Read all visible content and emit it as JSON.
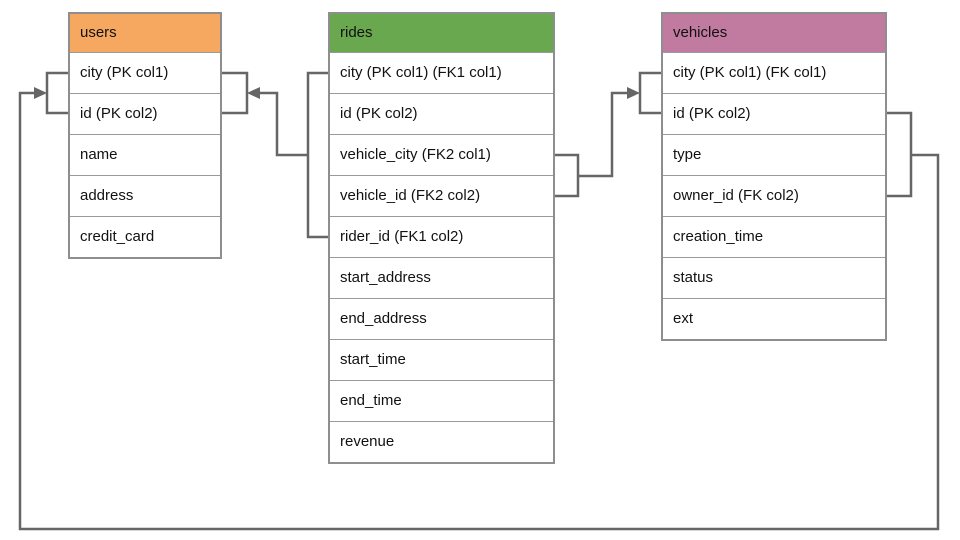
{
  "diagram": {
    "connector_color": "#666666",
    "tables": [
      {
        "name": "users",
        "header_color": "#F6A861",
        "columns": [
          "city (PK col1)",
          "id (PK col2)",
          "name",
          "address",
          "credit_card"
        ]
      },
      {
        "name": "rides",
        "header_color": "#6AA84F",
        "columns": [
          "city (PK col1) (FK1 col1)",
          "id (PK col2)",
          "vehicle_city (FK2 col1)",
          "vehicle_id (FK2 col2)",
          "rider_id (FK1 col2)",
          "start_address",
          "end_address",
          "start_time",
          "end_time",
          "revenue"
        ]
      },
      {
        "name": "vehicles",
        "header_color": "#C27BA0",
        "columns": [
          "city (PK col1) (FK col1)",
          "id (PK col2)",
          "type",
          "owner_id (FK col2)",
          "creation_time",
          "status",
          "ext"
        ]
      }
    ],
    "relationships": [
      {
        "from": "rides (city, rider_id) FK1",
        "to": "users (city, id) PK"
      },
      {
        "from": "rides (vehicle_city, vehicle_id) FK2",
        "to": "vehicles (city, id) PK"
      },
      {
        "from": "vehicles (city, owner_id) FK",
        "to": "users (city, id) PK"
      }
    ]
  }
}
